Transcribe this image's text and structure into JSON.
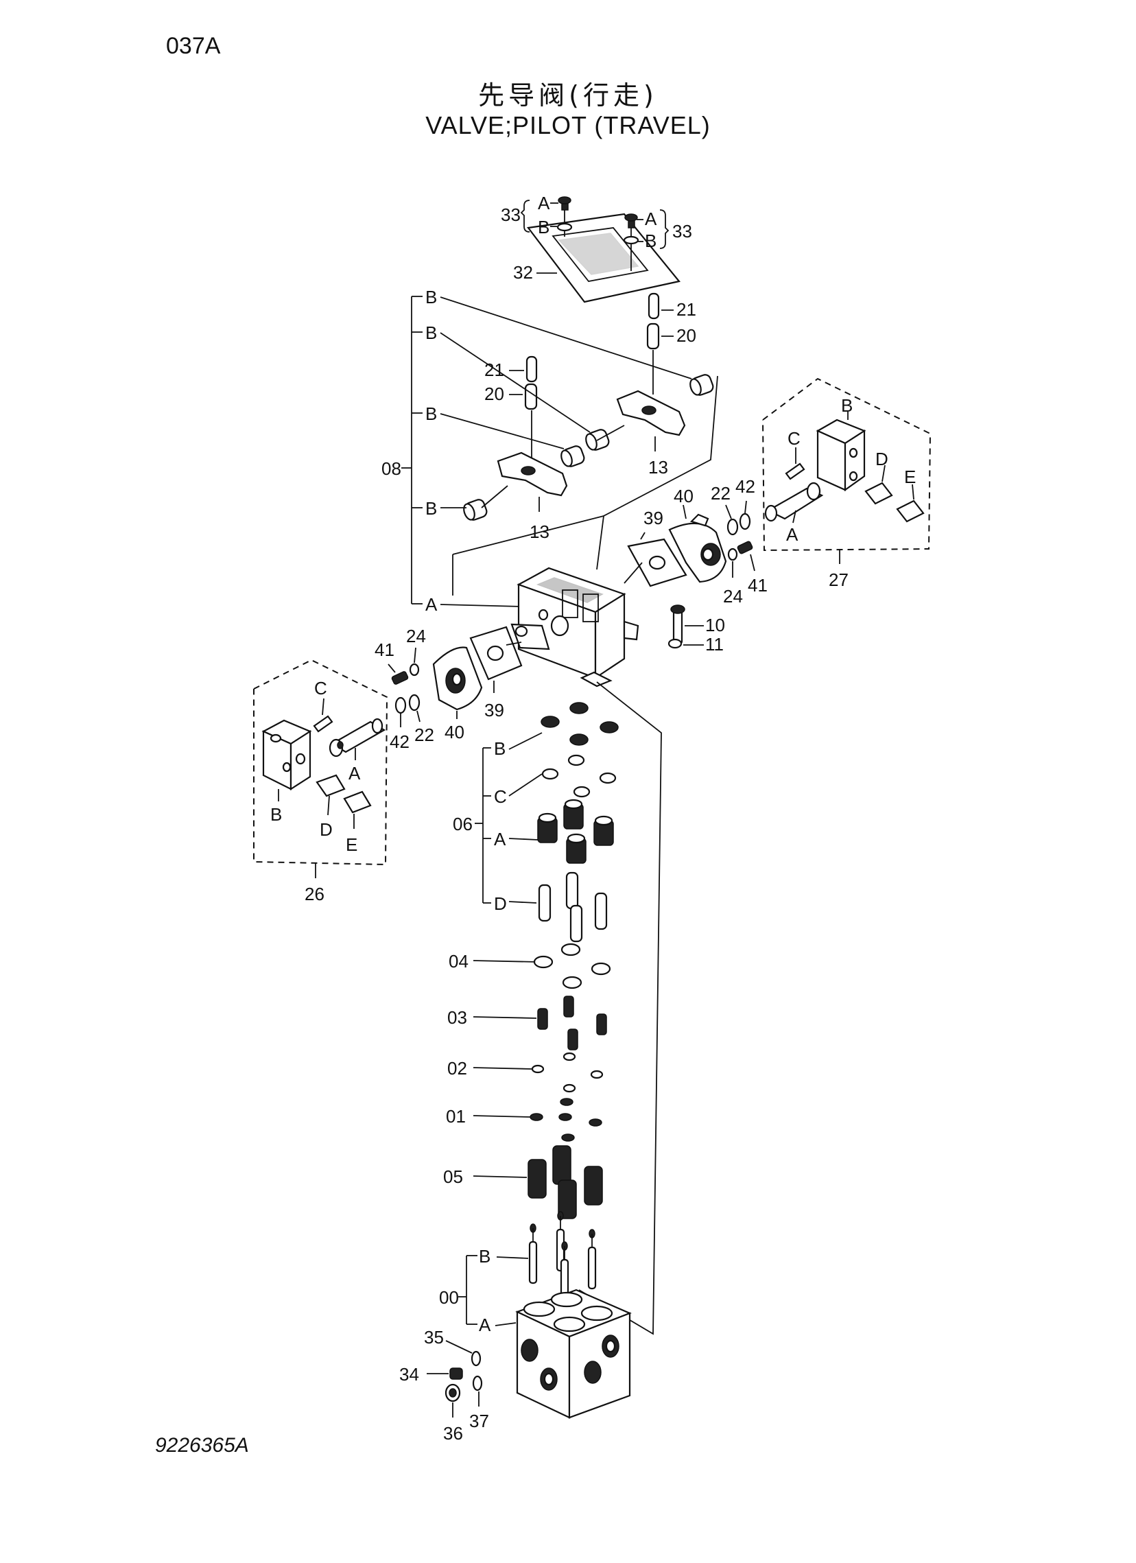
{
  "header": {
    "page_code": "037A",
    "title_cn": "先导阀(行走)",
    "title_en": "VALVE;PILOT (TRAVEL)"
  },
  "footer": {
    "drawing_number": "9226365A"
  },
  "callouts": {
    "c33_left": "33",
    "c33_left_a": "A",
    "c33_left_b": "B",
    "c33_right": "33",
    "c33_right_a": "A",
    "c33_right_b": "B",
    "c32": "32",
    "c21_right": "21",
    "c20_right": "20",
    "c21_left": "21",
    "c20_left": "20",
    "c13_right": "13",
    "c13_left": "13",
    "c08": "08",
    "c08_b1": "B",
    "c08_b2": "B",
    "c08_b3": "B",
    "c08_b4": "B",
    "c08_a": "A",
    "c27": "27",
    "c27_a": "A",
    "c27_b": "B",
    "c27_c": "C",
    "c27_d": "D",
    "c27_e": "E",
    "c26": "26",
    "c26_a": "A",
    "c26_b": "B",
    "c26_c": "C",
    "c26_d": "D",
    "c26_e": "E",
    "c40_right": "40",
    "c39_right": "39",
    "c22_right": "22",
    "c42_right": "42",
    "c24_right": "24",
    "c41_right": "41",
    "c10": "10",
    "c11": "11",
    "c41_left": "41",
    "c24_left": "24",
    "c42_left": "42",
    "c22_left": "22",
    "c40_left": "40",
    "c39_left": "39",
    "c06": "06",
    "c06_a": "A",
    "c06_b": "B",
    "c06_c": "C",
    "c06_d": "D",
    "c04": "04",
    "c03": "03",
    "c02": "02",
    "c01": "01",
    "c05": "05",
    "c00": "00",
    "c00_a": "A",
    "c00_b": "B",
    "c35": "35",
    "c34": "34",
    "c36": "36",
    "c37": "37"
  }
}
